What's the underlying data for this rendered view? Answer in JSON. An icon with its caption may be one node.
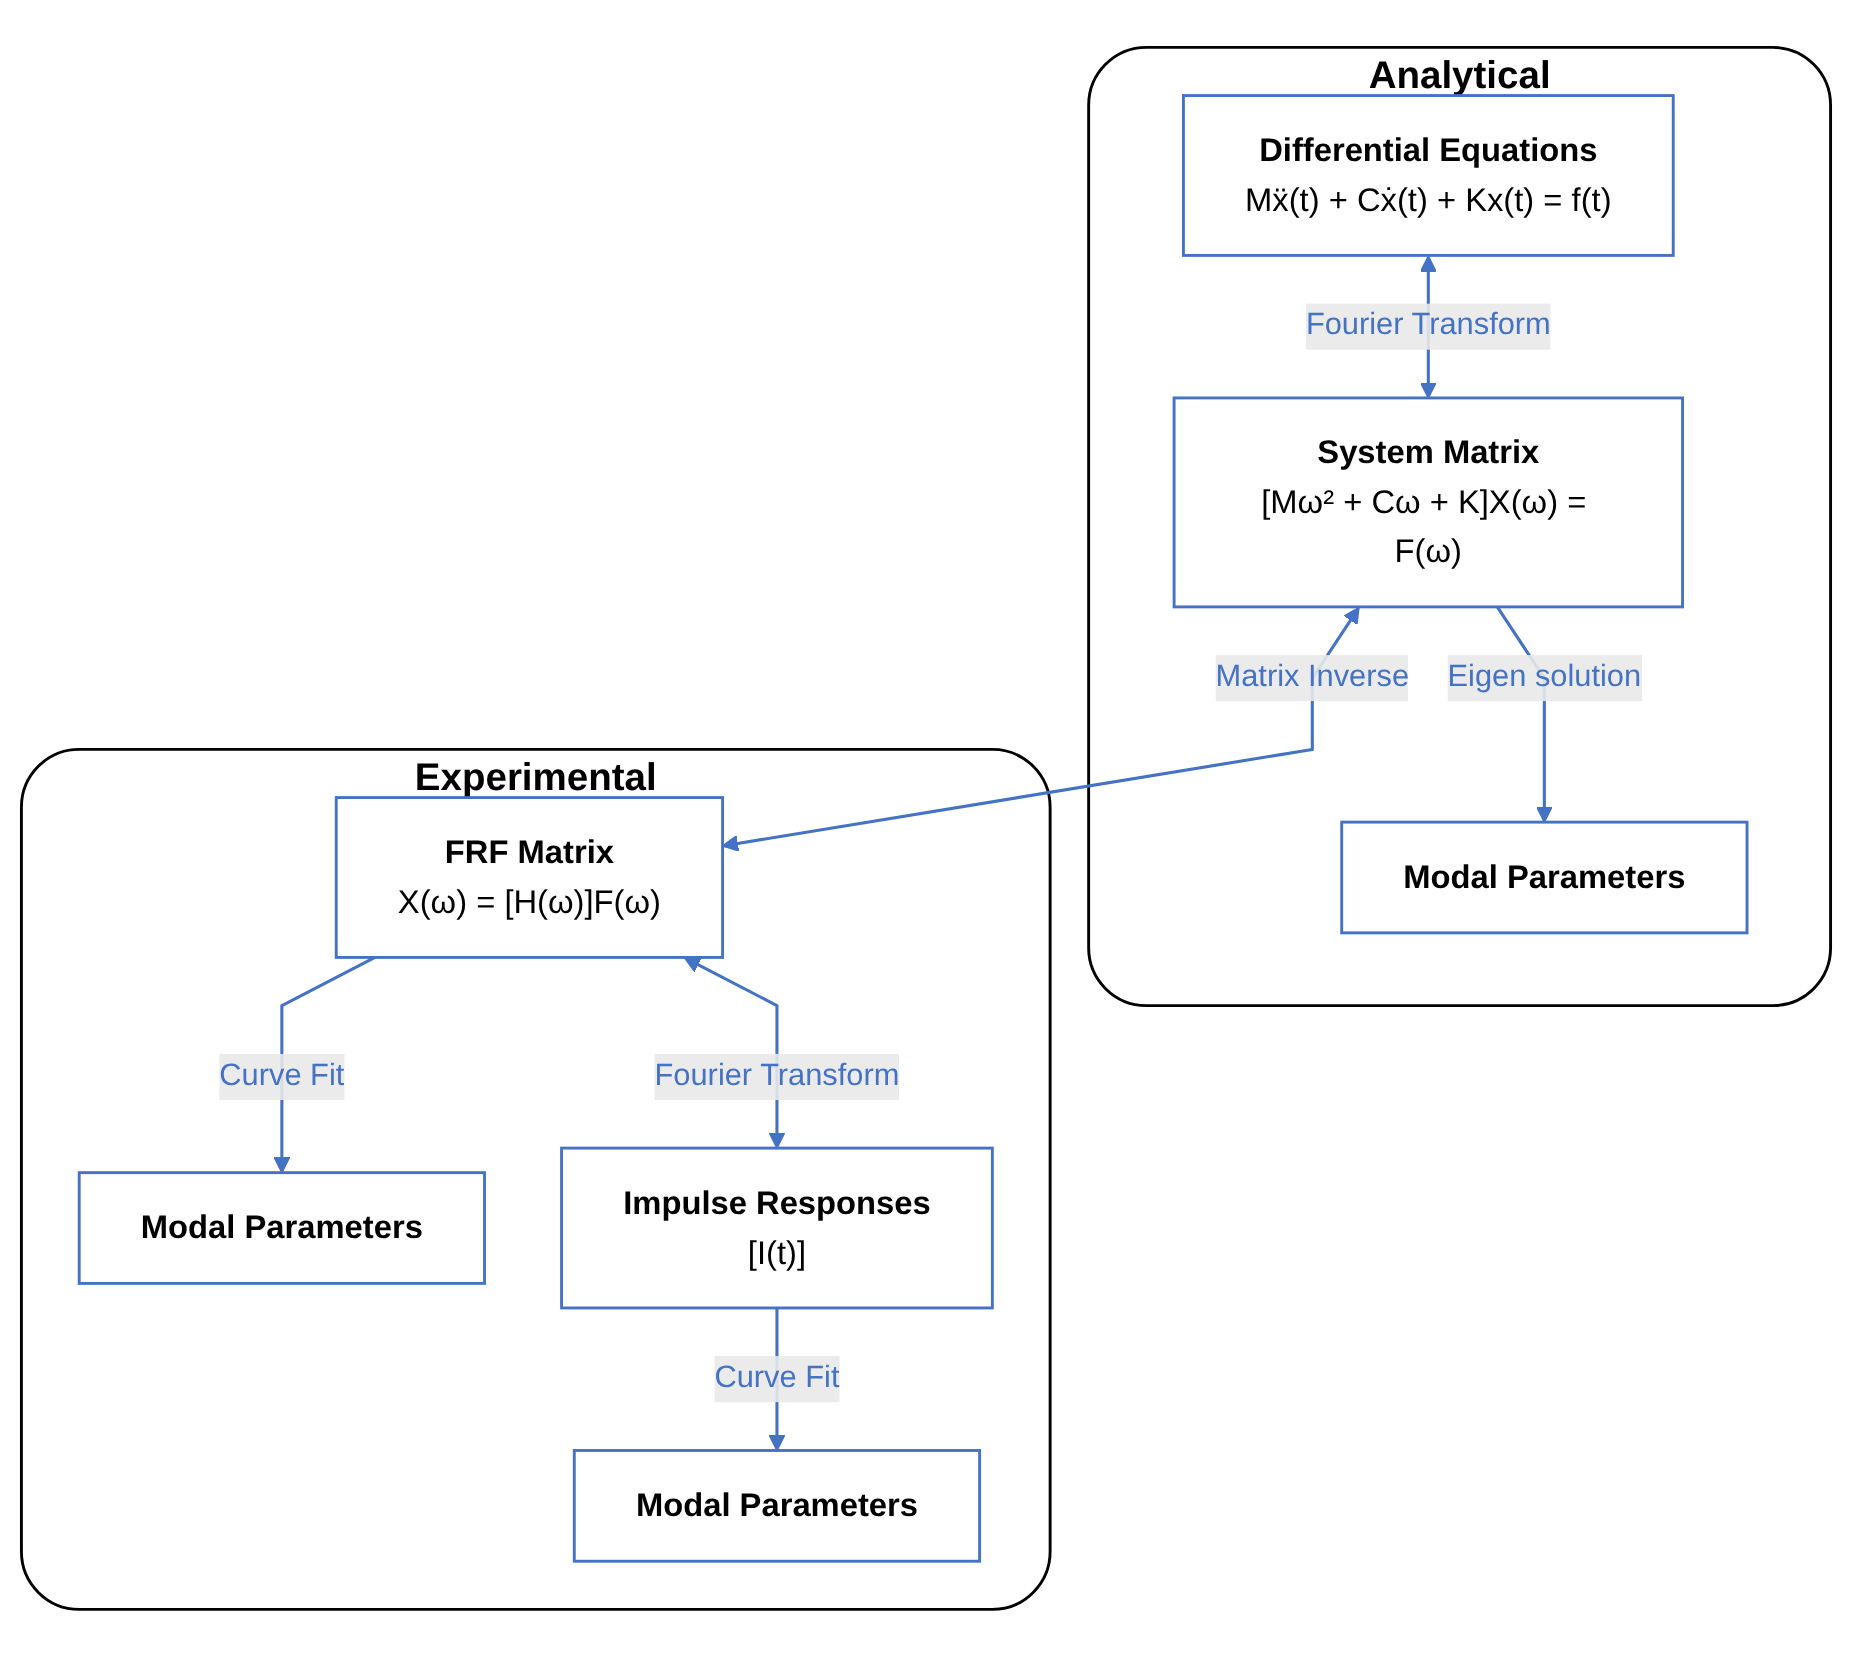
{
  "diagram": {
    "nodes": [
      {
        "text": [
          "Analytical"
        ]
      },
      {
        "text": [
          "Differential Equations",
          "Mẍ(t) + Cẋ(t) + Kx(t) = f(t)"
        ],
        "in": 0
      },
      {
        "text": [
          "System Matrix",
          "[Mω² + Cω + K]X(ω) = F(ω)"
        ],
        "in": 0
      },
      {
        "text": [
          "Modal Parameters"
        ],
        "in": 0
      },
      {
        "text": [
          "Experimental"
        ]
      },
      {
        "text": [
          "FRF Matrix",
          "X(ω) = [H(ω)]F(ω)"
        ],
        "in": 4
      },
      {
        "text": [
          "Modal Parameters"
        ],
        "in": 4
      },
      {
        "text": [
          "Impulse Responses",
          "[I(t)]"
        ],
        "in": 4
      },
      {
        "text": [
          "Modal Parameters"
        ],
        "in": 4
      }
    ],
    "edges": [
      {
        "from": 1,
        "to": 2,
        "arrow": "both",
        "label": "Fourier Transform"
      },
      {
        "from": 2,
        "to": 3,
        "arrow": "to",
        "label": "Eigen solution"
      },
      {
        "from": 2,
        "to": 5,
        "arrow": "both",
        "label": "Matrix Inverse"
      },
      {
        "from": 5,
        "to": 6,
        "arrow": "to",
        "label": "Curve Fit"
      },
      {
        "from": 5,
        "to": 7,
        "arrow": "both",
        "label": "Fourier Transform"
      },
      {
        "from": 7,
        "to": 8,
        "arrow": "to",
        "label": "Curve Fit"
      }
    ]
  }
}
